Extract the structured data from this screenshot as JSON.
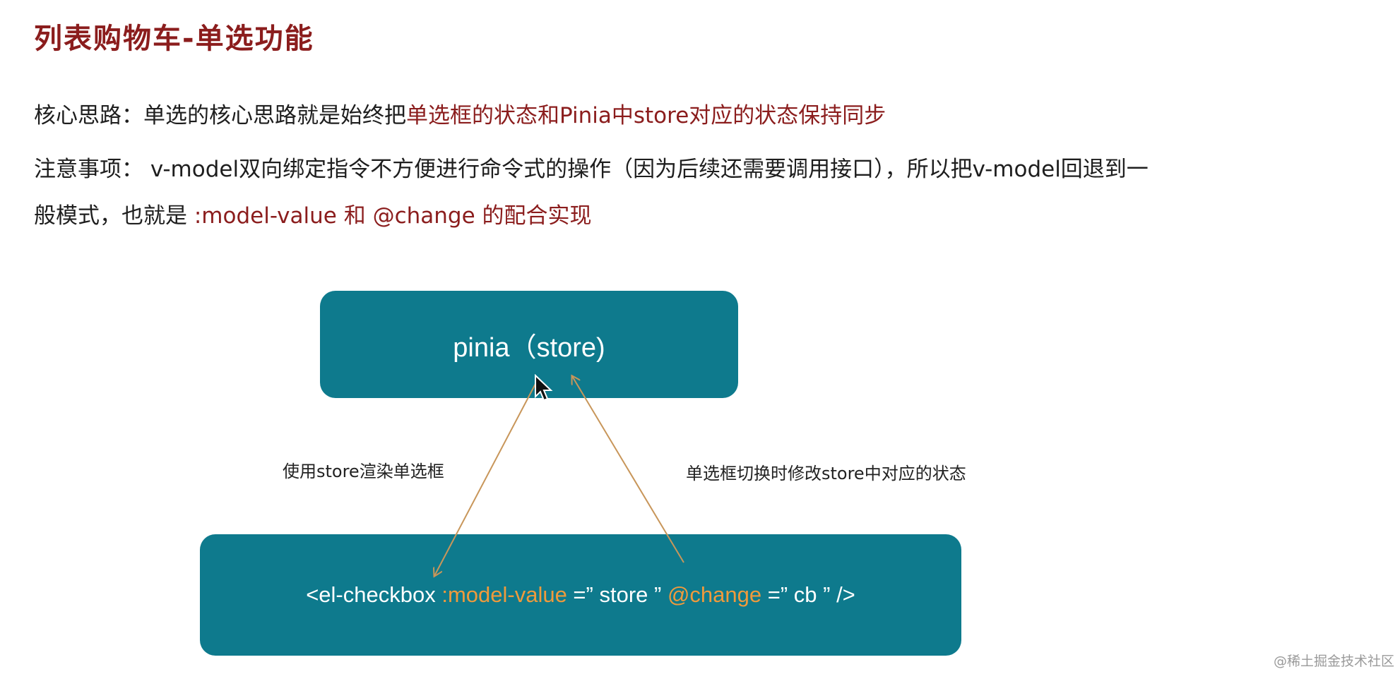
{
  "title": "列表购物车-单选功能",
  "core_idea": {
    "prefix": "核心思路：单选的核心思路就是始终把",
    "highlight": "单选框的状态和Pinia中store对应的状态保持同步"
  },
  "notes": {
    "line1": "注意事项： v-model双向绑定指令不方便进行命令式的操作（因为后续还需要调用接口），所以把v-model回退到一",
    "line2_prefix": "般模式，也就是 ",
    "line2_highlight": ":model-value 和 @change 的配合实现"
  },
  "diagram": {
    "store_box_label": "pinia（store)",
    "checkbox_code": {
      "tag_open": "<el-checkbox ",
      "attr1": ":model-value",
      "value1": " =” store ” ",
      "attr2": "@change",
      "value2": " =” cb ” />"
    },
    "left_arrow_label": "使用store渲染单选框",
    "right_arrow_label": "单选框切换时修改store中对应的状态",
    "colors": {
      "box_fill": "#0e7a8d",
      "arrow": "#c8965a",
      "code_highlight": "#ef9a3c",
      "title": "#8b1d1d"
    }
  },
  "watermark": "@稀土掘金技术社区"
}
